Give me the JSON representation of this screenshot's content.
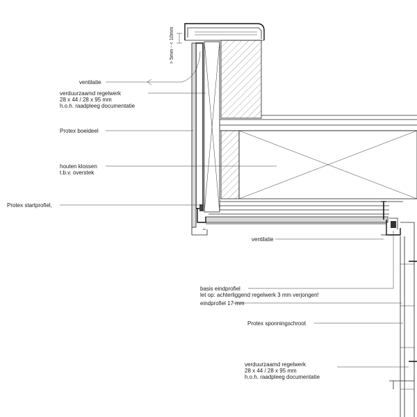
{
  "dimension_label": "> 5mm - < 10mm",
  "labels": {
    "ventilatie_top": "ventilatie",
    "regelwerk_top": [
      "verduurzaamd regelwerk",
      "28 x 44 / 28 x 95 mm",
      "h.o.h. raadpleeg documentatie"
    ],
    "boeideel": "Protex boeideel",
    "klossen": [
      "houten klossen",
      "t.b.v. overstek"
    ],
    "startprofiel": "Protex startprofiel,",
    "ventilatie_mid": "ventilatie",
    "basis_eindprofiel": [
      "basis eindprofiel",
      "let op: achterliggend regelwerk 3 mm verjongen!"
    ],
    "eindprofiel": "eindprofiel 17 mm",
    "spanningschroot": "Protex sponningschroot",
    "regelwerk_bottom": [
      "verduurzaamd regelwerk",
      "28 x 44 / 28 x 95 mm",
      "h.o.h. raadpleeg documentatie"
    ]
  }
}
